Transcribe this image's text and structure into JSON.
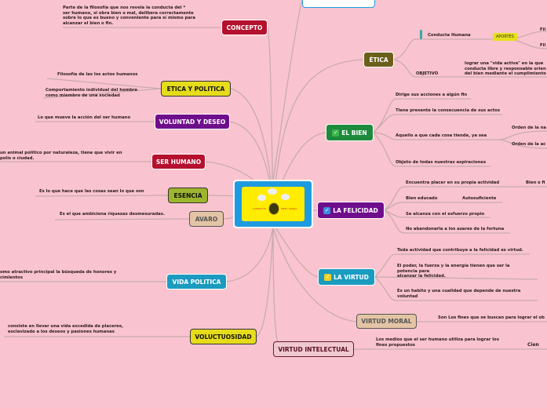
{
  "center": {
    "image_caption_left": "CONDUCTA",
    "image_caption_right": "BIEN / MORAL"
  },
  "left_nodes": [
    {
      "label": "CONCEPTO",
      "notes": [
        "Parte de la filosofía que nos revela la conducta del *",
        "ser humano, si obra bien o mal, delibera correctamente",
        "sobre lo que es bueno y conveniente para sí mismo para",
        "alcanzar el bien o fin."
      ]
    },
    {
      "label": "ETICA Y POLITICA",
      "notes": [
        "Filosofía de las los actos humanos",
        "Comportamiento individual del hombre",
        "como miembro de una sociedad"
      ]
    },
    {
      "label": "VOLUNTAD Y DESEO",
      "notes": [
        "Lo que mueve la acción del ser humano"
      ]
    },
    {
      "label": "SER HUMANO",
      "notes": [
        "un animal político por naturaleza, tiene que vivir en",
        "polis o ciudad."
      ]
    },
    {
      "label": "ESENCIA",
      "notes": [
        "Es lo que hace que las cosas sean lo que son"
      ]
    },
    {
      "label": "AVARO",
      "notes": [
        "Es el que ambiciona riquezas desmesuradas."
      ]
    },
    {
      "label": "VIDA POLITICA",
      "notes": [
        "omo atractivo principal la búsqueda de honores y",
        "cimientos"
      ]
    },
    {
      "label": "VOLUCTUOSIDAD",
      "notes": [
        "consiste en llevar una vida excedida de placeres,",
        "esclavizado a los deseos y pasiones humanas"
      ]
    }
  ],
  "etica": {
    "label": "ÉTICA",
    "conducta": "Conducta Humana",
    "aportes": "APORTES",
    "fil1": "Fil",
    "fil2": "Fil",
    "objetivo": "OBJETIVO",
    "objetivo_text": [
      "lograr una \"vida activa\" en la que",
      "conducta libre y responsable orien",
      "del bien mediante el cumplimiento"
    ]
  },
  "el_bien": {
    "label": "EL BIEN",
    "items": [
      "Dirige sus acciones a algún fin",
      "Tiene presente la consecuencia de sus actos",
      "Aquello a que cada cosa tiende, ya sea",
      "Objeto de todas nuestras aspiraciones"
    ],
    "sub": [
      "Orden de la na",
      "Orden de la ac"
    ]
  },
  "felicidad": {
    "label": "LA FELICIDAD",
    "items": [
      "Encuentra placer en su propia actividad",
      "Bien educado",
      "Autosuficiente",
      "Se alcanza con el esfuerzo propio",
      "No abandonarla a los azares de la fortuna"
    ],
    "extra": "Bien o fi"
  },
  "virtud": {
    "label": "LA VIRTUD",
    "items": [
      "Toda actividad que contribuye a la felicidad es virtud.",
      "El poder, la fuerza y la energía tienen que ser la",
      "potencia para",
      "alcanzar la felicidad.",
      "Es un habito y una cualidad que depende de nuestra",
      "voluntad"
    ]
  },
  "virtud_moral": {
    "label": "VIRTUD MORAL",
    "text": "Son Los fines que se buscan para lograr el ob"
  },
  "virtud_intelectual": {
    "label": "VIRTUD INTELECTUAL",
    "text": [
      "Los medios que el ser humano utiliza para lograr los",
      "fines propuestos"
    ],
    "extra": "Cien"
  },
  "colors": {
    "background": "#f9c4cf",
    "center": "#1e9be0"
  }
}
